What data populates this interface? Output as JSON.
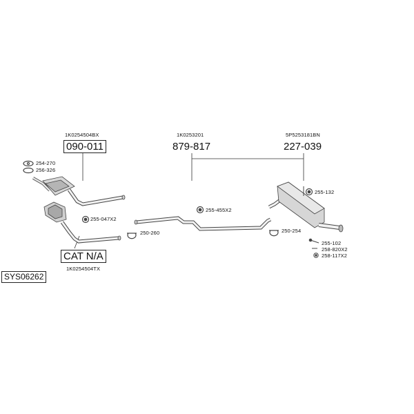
{
  "system_code": "SYS06262",
  "parts": [
    {
      "ref": "1K0254504BX",
      "code": "090-011"
    },
    {
      "ref": "1K0253201",
      "code": "879-817"
    },
    {
      "ref": "5P5253181BN",
      "code": "227-039"
    },
    {
      "ref": "1K0254504TX",
      "code": "CAT N/A"
    }
  ],
  "fittings": {
    "f_254_270": "254-270",
    "f_256_326": "256-326",
    "f_255_047": "255-047X2",
    "f_250_260": "250-260",
    "f_255_455": "255-455X2",
    "f_250_254": "250-254",
    "f_255_132": "255-132",
    "f_255_102": "255-102",
    "f_258_820": "258-820X2",
    "f_258_117": "258-117X2"
  },
  "colors": {
    "line": "#333333",
    "part_fill": "#dcdcdc",
    "part_dark": "#8a8a8a"
  }
}
